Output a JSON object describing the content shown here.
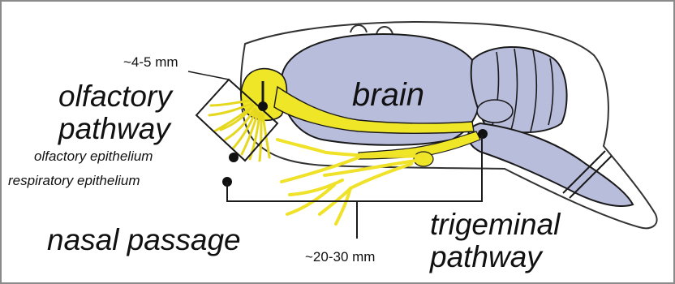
{
  "labels": {
    "brain": "brain",
    "olfactory_distance": "~4-5 mm",
    "olfactory_pathway_line1": "olfactory",
    "olfactory_pathway_line2": "pathway",
    "olfactory_epithelium": "olfactory epithelium",
    "respiratory_epithelium": "respiratory epithelium",
    "nasal_passage": "nasal passage",
    "trigeminal_distance": "~20-30 mm",
    "trigeminal_pathway_line1": "trigeminal",
    "trigeminal_pathway_line2": "pathway"
  },
  "colors": {
    "brain_fill": "#b9bddc",
    "nerve_fill": "#f0e628",
    "outline": "#1a1a1a",
    "frame_border": "#8a8a8a"
  }
}
